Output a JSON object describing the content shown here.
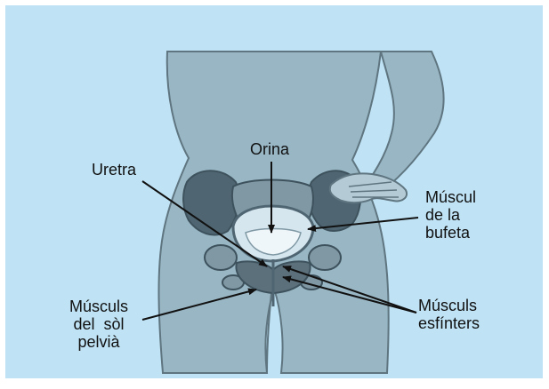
{
  "labels": {
    "orina": "Orina",
    "uretra": "Uretra",
    "muscul_bufeta": [
      "Múscul",
      "de la",
      "bufeta"
    ],
    "musculs_sol_pelvia": [
      "Músculs",
      "del  sòl",
      "pelvià"
    ],
    "musculs_esfinters": [
      "Músculs",
      "esfínters"
    ]
  },
  "colors": {
    "frame": "#ffffff",
    "background": "#bfe3f5",
    "body": "#98b6c4",
    "body_outline": "#5f7580",
    "pelvis": "#4f6672",
    "pelvis_light": "#7f98a4",
    "bladder": "#d5e6ee",
    "urine": "#eef6fa",
    "muscle": "#5b707b",
    "hand": "#b4cad4",
    "arrow": "#111111"
  }
}
